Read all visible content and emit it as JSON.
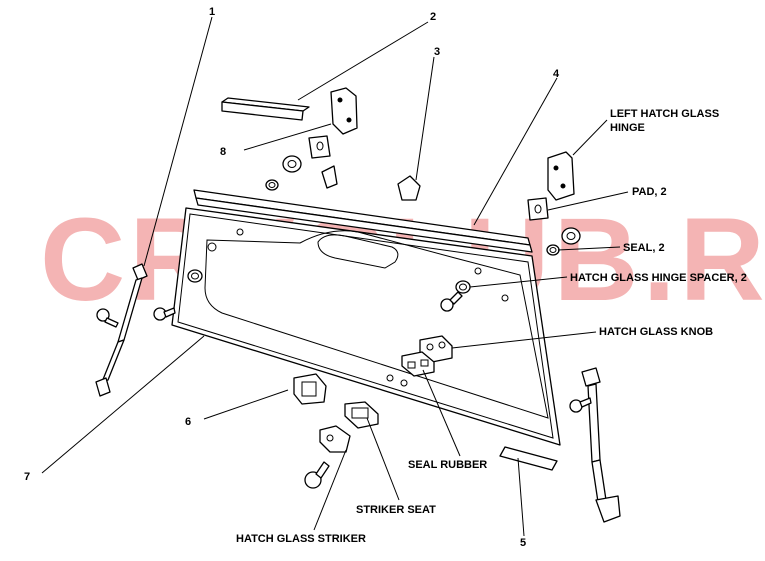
{
  "watermark": "CRVCLUB.RU",
  "labels": {
    "n1": "1",
    "n2": "2",
    "n3": "3",
    "n4": "4",
    "n5": "5",
    "n6": "6",
    "n7": "7",
    "n8": "8",
    "left_hinge_1": "LEFT HATCH GLASS",
    "left_hinge_2": "HINGE",
    "pad": "PAD, 2",
    "seal": "SEAL, 2",
    "spacer": "HATCH GLASS HINGE SPACER, 2",
    "knob": "HATCH GLASS KNOB",
    "seal_rubber": "SEAL RUBBER",
    "striker_seat": "STRIKER SEAT",
    "striker": "HATCH GLASS STRIKER"
  }
}
